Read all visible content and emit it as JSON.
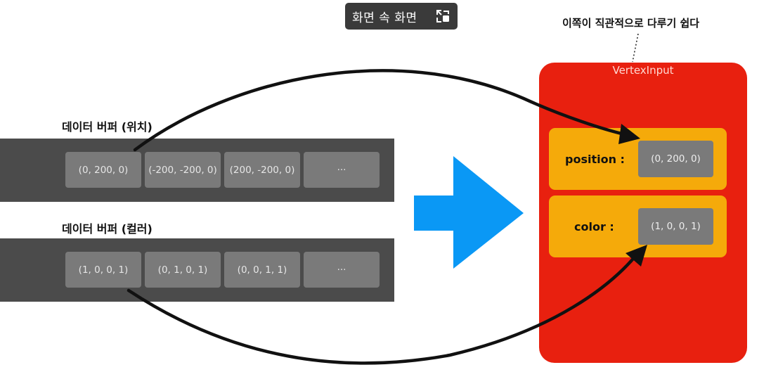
{
  "overlay": {
    "pip_label": "화면 속 화면"
  },
  "note": "이쪽이 직관적으로 다루기 쉽다",
  "position_buffer": {
    "label": "데이터 버퍼 (위치)",
    "cells": [
      "(0, 200, 0)",
      "(-200, -200, 0)",
      "(200, -200, 0)",
      "···"
    ]
  },
  "color_buffer": {
    "label": "데이터 버퍼 (컬러)",
    "cells": [
      "(1, 0, 0, 1)",
      "(0, 1, 0, 1)",
      "(0, 0, 1, 1)",
      "···"
    ]
  },
  "vertex_input": {
    "title": "VertexInput",
    "slots": [
      {
        "label": "position :",
        "value": "(0, 200, 0)"
      },
      {
        "label": "color :",
        "value": "(1, 0, 0, 1)"
      }
    ]
  },
  "colors": {
    "buffer_bg": "#4b4b4b",
    "cell_bg": "#7a7a7a",
    "vertex_input_bg": "#e8200f",
    "slot_bg": "#f5aa0a",
    "arrow_blue": "#0a98f5"
  }
}
